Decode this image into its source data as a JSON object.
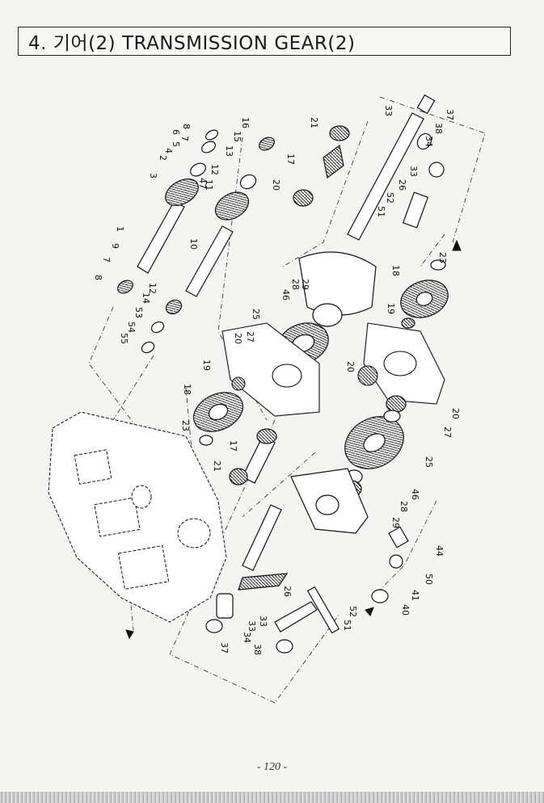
{
  "page": {
    "title": "4. 기어(2) TRANSMISSION GEAR(2)",
    "page_number": "- 120 -"
  },
  "labels": [
    {
      "id": "p8a",
      "text": "8"
    },
    {
      "id": "p6a",
      "text": "6"
    },
    {
      "id": "p7a",
      "text": "7"
    },
    {
      "id": "p5a",
      "text": "5"
    },
    {
      "id": "p4a",
      "text": "4"
    },
    {
      "id": "p2a",
      "text": "2"
    },
    {
      "id": "p3a",
      "text": "3"
    },
    {
      "id": "p1a",
      "text": "1"
    },
    {
      "id": "p9a",
      "text": "9"
    },
    {
      "id": "p7b",
      "text": "7"
    },
    {
      "id": "p8b",
      "text": "8"
    },
    {
      "id": "p16",
      "text": "16"
    },
    {
      "id": "p15",
      "text": "15"
    },
    {
      "id": "p13",
      "text": "13"
    },
    {
      "id": "p12a",
      "text": "12"
    },
    {
      "id": "p11",
      "text": "11"
    },
    {
      "id": "p47",
      "text": "47"
    },
    {
      "id": "p10",
      "text": "10"
    },
    {
      "id": "p12b",
      "text": "12"
    },
    {
      "id": "p14a",
      "text": "14"
    },
    {
      "id": "p53",
      "text": "53"
    },
    {
      "id": "p54",
      "text": "54"
    },
    {
      "id": "p55",
      "text": "55"
    },
    {
      "id": "p21a",
      "text": "21"
    },
    {
      "id": "p17a",
      "text": "17"
    },
    {
      "id": "p20a",
      "text": "20"
    },
    {
      "id": "p33a",
      "text": "33"
    },
    {
      "id": "p37a",
      "text": "37"
    },
    {
      "id": "p38a",
      "text": "38"
    },
    {
      "id": "p34a",
      "text": "34"
    },
    {
      "id": "p33b",
      "text": "33"
    },
    {
      "id": "p26a",
      "text": "26"
    },
    {
      "id": "p52a",
      "text": "52"
    },
    {
      "id": "p51a",
      "text": "51"
    },
    {
      "id": "p23a",
      "text": "23"
    },
    {
      "id": "p18a",
      "text": "18"
    },
    {
      "id": "p29a",
      "text": "29"
    },
    {
      "id": "p28a",
      "text": "28"
    },
    {
      "id": "p46a",
      "text": "46"
    },
    {
      "id": "p25a",
      "text": "25"
    },
    {
      "id": "p20b",
      "text": "20"
    },
    {
      "id": "p27a",
      "text": "27"
    },
    {
      "id": "p19a",
      "text": "19"
    },
    {
      "id": "p19b",
      "text": "19"
    },
    {
      "id": "p20c",
      "text": "20"
    },
    {
      "id": "p18b",
      "text": "18"
    },
    {
      "id": "p23b",
      "text": "23"
    },
    {
      "id": "p17b",
      "text": "17"
    },
    {
      "id": "p21b",
      "text": "21"
    },
    {
      "id": "p27b",
      "text": "27"
    },
    {
      "id": "p20d",
      "text": "20"
    },
    {
      "id": "p25b",
      "text": "25"
    },
    {
      "id": "p46b",
      "text": "46"
    },
    {
      "id": "p28b",
      "text": "28"
    },
    {
      "id": "p29b",
      "text": "29"
    },
    {
      "id": "p44",
      "text": "44"
    },
    {
      "id": "p50",
      "text": "50"
    },
    {
      "id": "p41",
      "text": "41"
    },
    {
      "id": "p40",
      "text": "40"
    },
    {
      "id": "p26b",
      "text": "26"
    },
    {
      "id": "p52b",
      "text": "52"
    },
    {
      "id": "p51b",
      "text": "51"
    },
    {
      "id": "p33c",
      "text": "33"
    },
    {
      "id": "p33d",
      "text": "33"
    },
    {
      "id": "p34b",
      "text": "34"
    },
    {
      "id": "p37b",
      "text": "37"
    },
    {
      "id": "p38b",
      "text": "38"
    }
  ]
}
